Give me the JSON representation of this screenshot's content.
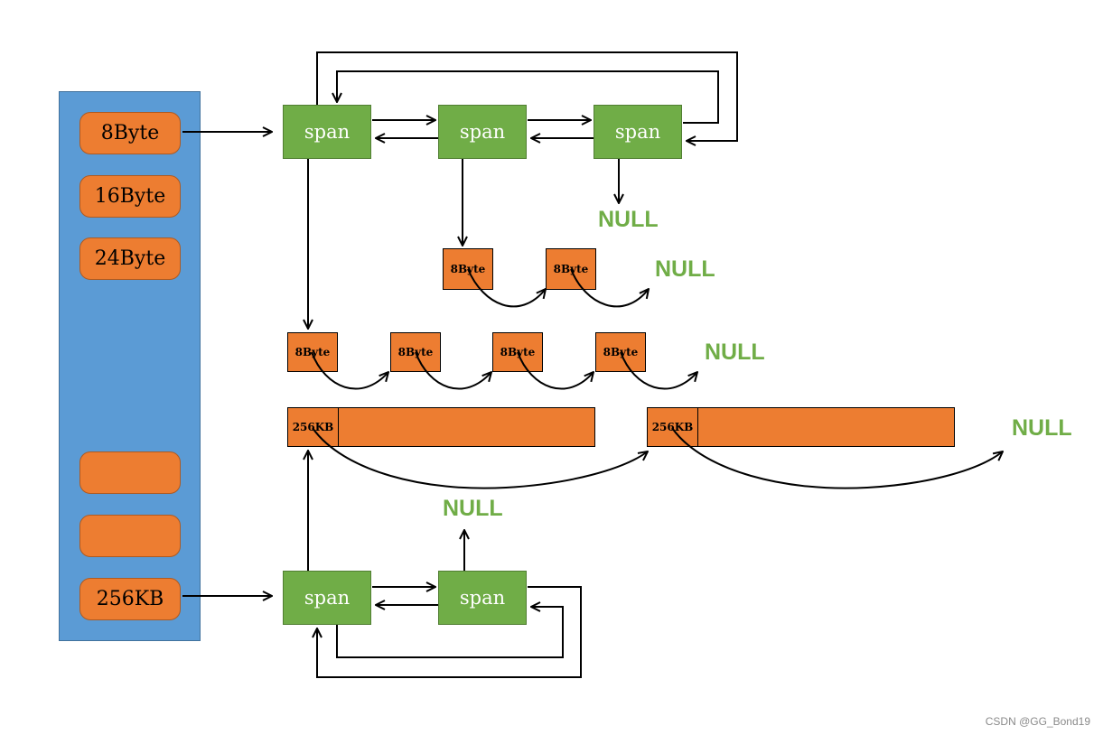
{
  "buckets": [
    {
      "label": "8Byte"
    },
    {
      "label": "16Byte"
    },
    {
      "label": "24Byte"
    },
    {
      "label": ""
    },
    {
      "label": ""
    },
    {
      "label": "256KB"
    }
  ],
  "span_label": "span",
  "object_label": "8Byte",
  "big_object_label": "256KB",
  "null_label": "NULL",
  "watermark": "CSDN @GG_Bond19",
  "colors": {
    "bucket_panel": "#5b9bd5",
    "orange": "#ed7d31",
    "span_green": "#70ad47",
    "null_green": "#70ad47"
  }
}
